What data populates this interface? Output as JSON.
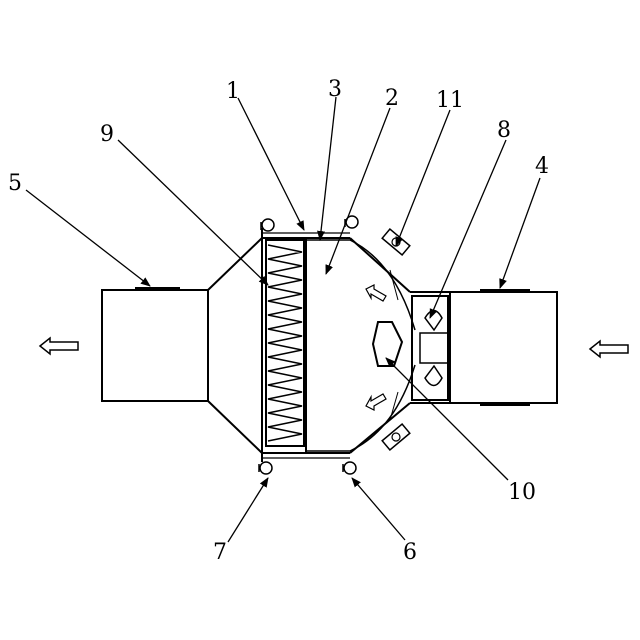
{
  "labels": {
    "n1": "1",
    "n2": "2",
    "n3": "3",
    "n4": "4",
    "n5": "5",
    "n6": "6",
    "n7": "7",
    "n8": "8",
    "n9": "9",
    "n10": "10",
    "n11": "11"
  },
  "colors": {
    "ink": "#000000",
    "paper": "#ffffff"
  }
}
